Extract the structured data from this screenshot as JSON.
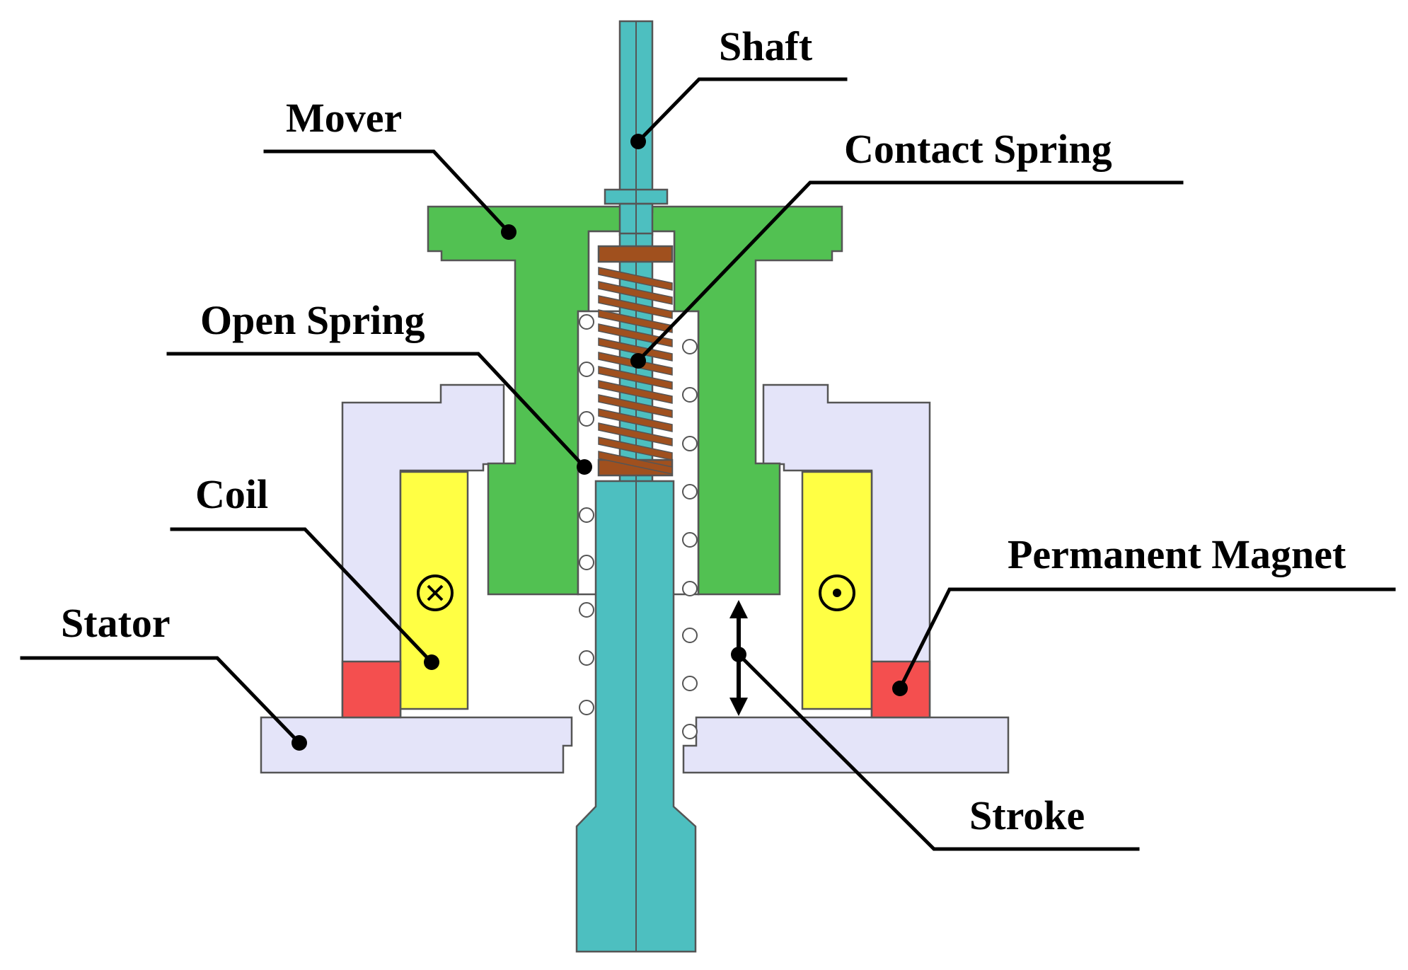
{
  "labels": {
    "shaft": "Shaft",
    "mover": "Mover",
    "contact_spring": "Contact Spring",
    "open_spring": "Open Spring",
    "coil": "Coil",
    "stator": "Stator",
    "permanent_magnet": "Permanent Magnet",
    "stroke": "Stroke"
  },
  "colors": {
    "shaft": "#4dbfc0",
    "mover": "#52c152",
    "stator": "#e4e4f9",
    "coil": "#ffff44",
    "magnet": "#f44f4f",
    "contact_spring": "#a0501e",
    "open_spring_coil": "#ffffff"
  },
  "symbols": {
    "left_coil_current": "current-into-page-icon",
    "right_coil_current": "current-out-of-page-icon"
  }
}
